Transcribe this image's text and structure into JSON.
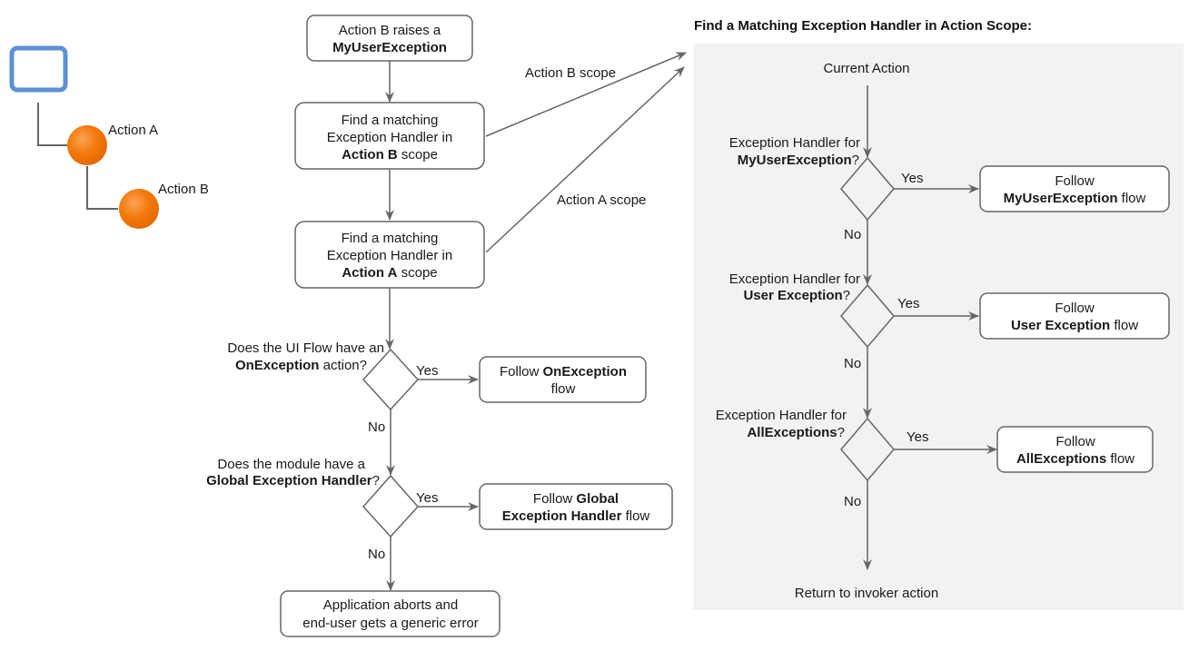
{
  "tree": {
    "screen_icon": "screen-icon",
    "node_a_label": "Action A",
    "node_b_label": "Action B",
    "node_color": "#f47a0c",
    "screen_color": "#4a86d0"
  },
  "left_flow": {
    "start": {
      "line1": "Action B raises a",
      "line2_bold": "MyUserException"
    },
    "find_b": {
      "line1": "Find a matching",
      "line2": "Exception Handler in",
      "line3_bold": "Action B",
      "line3_rest": " scope"
    },
    "find_a": {
      "line1": "Find a matching",
      "line2": "Exception Handler in",
      "line3_bold": "Action A",
      "line3_rest": " scope"
    },
    "scope_b_label": "Action B scope",
    "scope_a_label": "Action A scope",
    "decision1": {
      "line1": "Does the UI Flow have an",
      "line2_bold": "OnException",
      "line2_rest": " action?"
    },
    "decision1_yes": "Yes",
    "decision1_no": "No",
    "result1": {
      "prefix": "Follow ",
      "bold": "OnException",
      "line2": "flow"
    },
    "decision2": {
      "line1": "Does the module have a",
      "line2_bold": "Global Exception Handler",
      "line2_rest": "?"
    },
    "decision2_yes": "Yes",
    "decision2_no": "No",
    "result2": {
      "prefix": "Follow ",
      "bold1": "Global",
      "bold2": "Exception Handler",
      "rest": " flow"
    },
    "end": {
      "line1": "Application aborts and",
      "line2": "end-user gets a generic error"
    }
  },
  "right_panel": {
    "title": "Find a Matching Exception Handler in Action Scope:",
    "background": "#f2f2f2",
    "start": "Current Action",
    "checks": [
      {
        "prefix": "Exception Handler for",
        "bold": "MyUserException",
        "suffix": "?",
        "yes": "Yes",
        "no": "No",
        "result_line1": "Follow",
        "result_bold": "MyUserException",
        "result_rest": " flow"
      },
      {
        "prefix": "Exception Handler for",
        "bold": "User Exception",
        "suffix": "?",
        "yes": "Yes",
        "no": "No",
        "result_line1": "Follow",
        "result_bold": "User Exception",
        "result_rest": " flow"
      },
      {
        "prefix": "Exception Handler for",
        "bold": "AllExceptions",
        "suffix": "?",
        "yes": "Yes",
        "no": "No",
        "result_line1": "Follow",
        "result_bold": "AllExceptions",
        "result_rest": " flow"
      }
    ],
    "end": "Return to invoker action"
  }
}
